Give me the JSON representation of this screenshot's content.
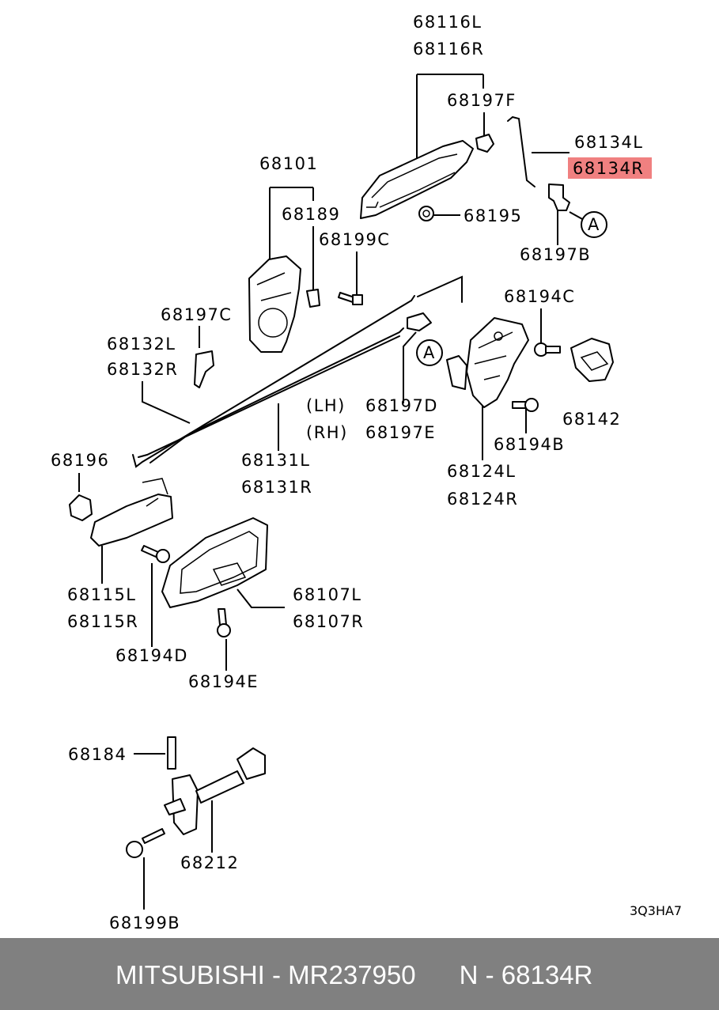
{
  "labels": {
    "p68116L": "68116L",
    "p68116R": "68116R",
    "p68197F": "68197F",
    "p68134L": "68134L",
    "p68134R": "68134R",
    "p68101": "68101",
    "p68189": "68189",
    "p68195": "68195",
    "p68199C": "68199C",
    "p68197B": "68197B",
    "p68197C": "68197C",
    "p68132L": "68132L",
    "p68132R": "68132R",
    "p68194C": "68194C",
    "p68142": "68142",
    "lh": "(LH)",
    "rh": "(RH)",
    "p68197D": "68197D",
    "p68197E": "68197E",
    "p68194B": "68194B",
    "p68196": "68196",
    "p68131L": "68131L",
    "p68131R": "68131R",
    "p68124L": "68124L",
    "p68124R": "68124R",
    "p68115L": "68115L",
    "p68115R": "68115R",
    "p68107L": "68107L",
    "p68107R": "68107R",
    "p68194D": "68194D",
    "p68194E": "68194E",
    "p68184": "68184",
    "p68212": "68212",
    "p68199B": "68199B",
    "markerA1": "A",
    "markerA2": "A",
    "diagramCode": "3Q3HA7"
  },
  "highlight": {
    "part": "68134R",
    "color": "#f08080"
  },
  "footer": {
    "text": "MITSUBISHI - MR237950      N - 68134R",
    "background": "#808080",
    "color": "#ffffff"
  }
}
